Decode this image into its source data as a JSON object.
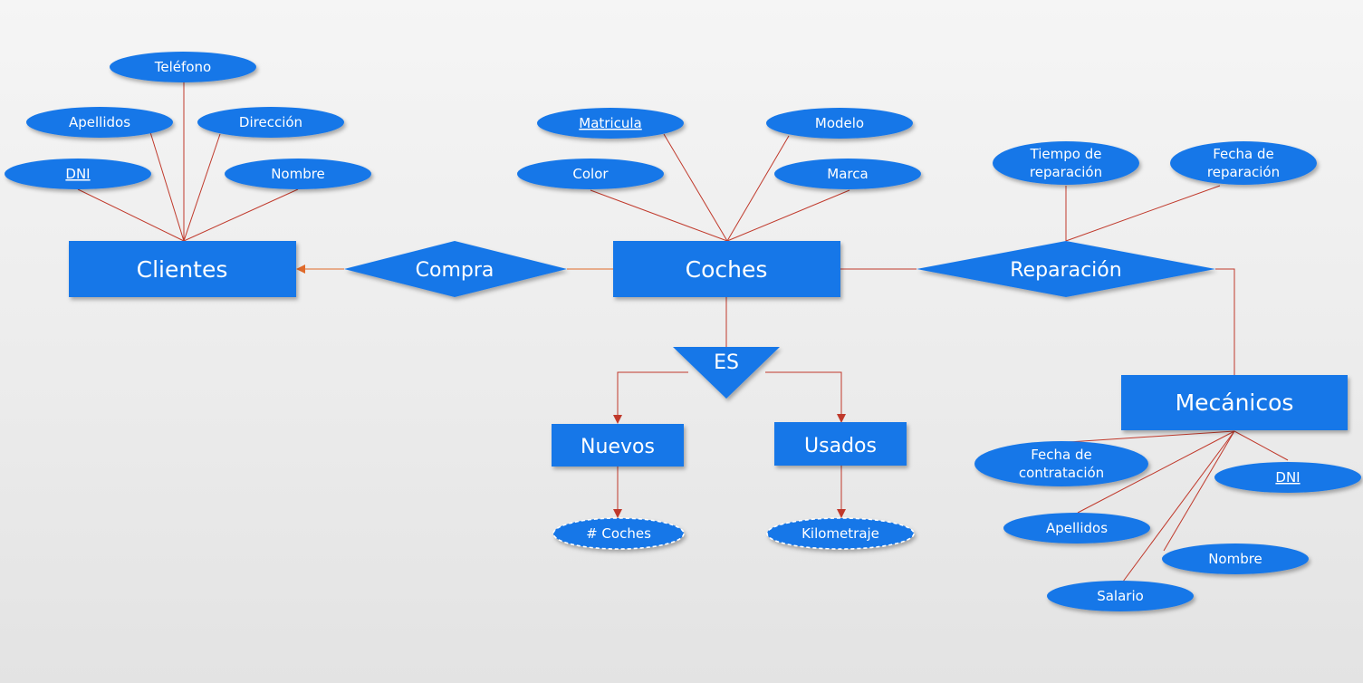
{
  "colors": {
    "shape_fill": "#1877e8",
    "line": "#c0392b",
    "arrow": "#e06a2a",
    "text": "#ffffff",
    "dashed_border": "#ffffff"
  },
  "entities": {
    "clientes": "Clientes",
    "coches": "Coches",
    "mecanicos": "Mecánicos",
    "nuevos": "Nuevos",
    "usados": "Usados"
  },
  "relationships": {
    "compra": "Compra",
    "reparacion": "Reparación",
    "es": "ES"
  },
  "attributes": {
    "clientes": {
      "telefono": "Teléfono",
      "apellidos": "Apellidos",
      "direccion": "Dirección",
      "dni": "DNI",
      "nombre": "Nombre"
    },
    "coches": {
      "matricula": "Matricula",
      "modelo": "Modelo",
      "color": "Color",
      "marca": "Marca"
    },
    "reparacion": {
      "tiempo": [
        "Tiempo de",
        "reparación"
      ],
      "fecha": [
        "Fecha de",
        "reparación"
      ]
    },
    "mecanicos": {
      "fecha_contratacion": [
        "Fecha de",
        "contratación"
      ],
      "dni": "DNI",
      "apellidos": "Apellidos",
      "nombre": "Nombre",
      "salario": "Salario"
    },
    "nuevos": {
      "num_coches": "# Coches"
    },
    "usados": {
      "kilometraje": "Kilometraje"
    }
  }
}
